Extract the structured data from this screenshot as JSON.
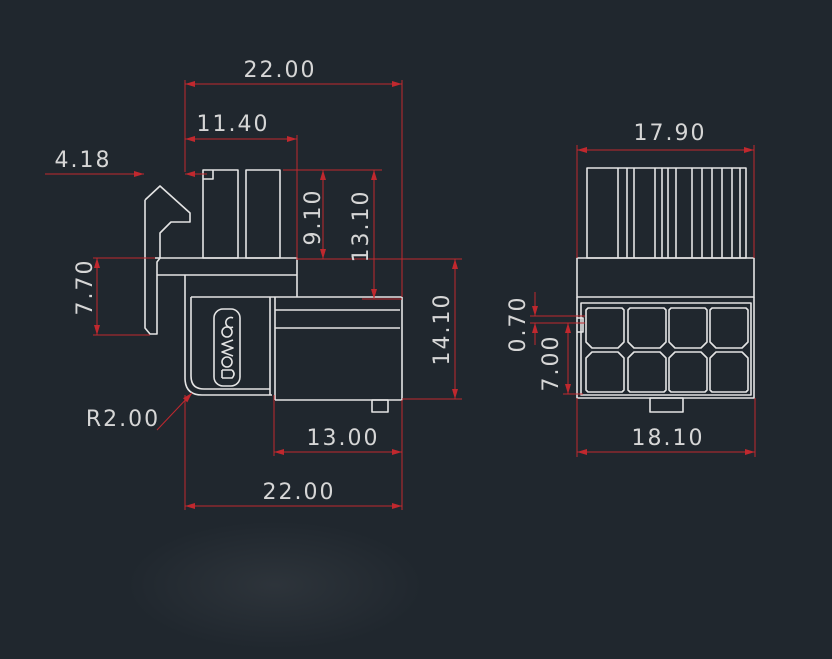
{
  "drawing": {
    "background_color": "#20272e",
    "outline_color": "#e4e4e4",
    "dimension_color": "#c0282e",
    "text_color": "#d6d6d6"
  },
  "side_view": {
    "dims": {
      "overall_width_top": "22.00",
      "terminal_width": "11.40",
      "latch_offset": "4.18",
      "terminal_height": "9.10",
      "top_height": "13.10",
      "latch_height": "7.70",
      "housing_height": "14.10",
      "corner_radius": "R2.00",
      "housing_depth": "13.00",
      "overall_width_bottom": "22.00"
    }
  },
  "front_view": {
    "dims": {
      "top_width": "17.90",
      "gap": "0.70",
      "cavity_height": "7.00",
      "bottom_width": "18.10"
    }
  }
}
